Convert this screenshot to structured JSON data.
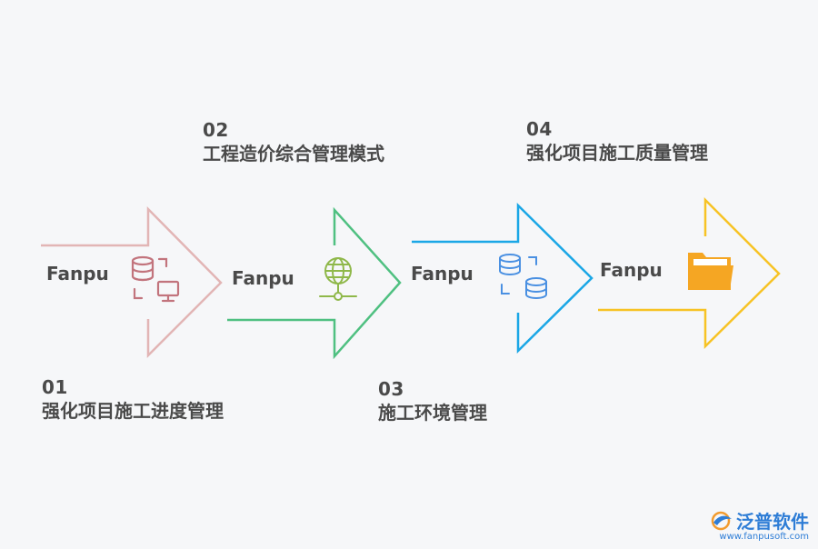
{
  "steps": [
    {
      "number": "01",
      "title": "强化项目施工进度管理",
      "arrow_text": "Fanpu",
      "color": "#e2b5b5",
      "icon_color": "#c2747d",
      "icon": "database-monitor-icon"
    },
    {
      "number": "02",
      "title": "工程造价综合管理模式",
      "arrow_text": "Fanpu",
      "color": "#4fc081",
      "icon_color": "#8fb84a",
      "icon": "globe-network-icon"
    },
    {
      "number": "03",
      "title": "施工环境管理",
      "arrow_text": "Fanpu",
      "color": "#1ba7e6",
      "icon_color": "#4a90e2",
      "icon": "database-sync-icon"
    },
    {
      "number": "04",
      "title": "强化项目施工质量管理",
      "arrow_text": "Fanpu",
      "color": "#f7c325",
      "icon_color": "#f5a623",
      "icon": "folder-icon"
    }
  ],
  "logo": {
    "name": "泛普软件",
    "url": "www.fanpusoft.com",
    "icon": "fanpu-logo-icon",
    "color": "#2e7dd6"
  }
}
